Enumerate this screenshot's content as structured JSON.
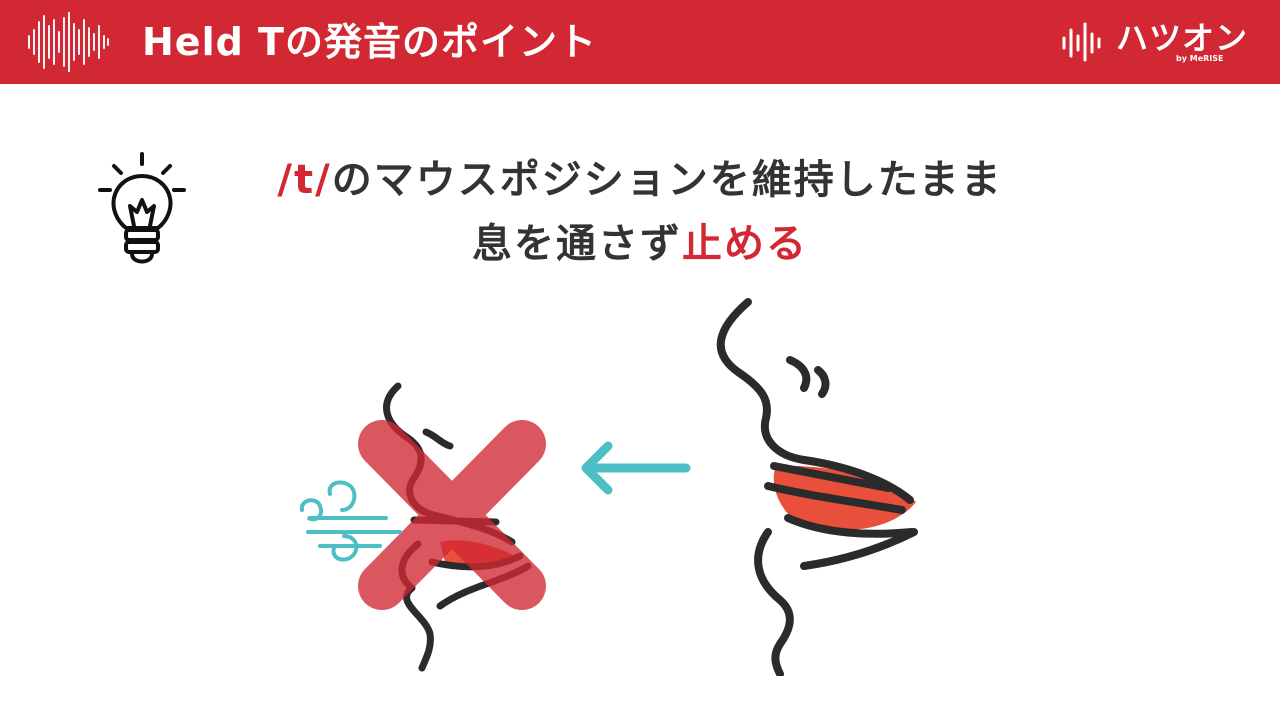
{
  "header": {
    "title": "Held Tの発音のポイント",
    "bg_color": "#d22833",
    "wave_icon": "sound-wave-icon"
  },
  "brand": {
    "name": "ハツオン",
    "byline": "by MeRISE",
    "mark_icon": "sound-wave-icon"
  },
  "message": {
    "line1_accent": "/t/",
    "line1_rest": "のマウスポジションを維持したまま",
    "line2_start": "息を通さず",
    "line2_accent": "止める",
    "accent_color": "#d22833",
    "icon": "lightbulb-icon"
  },
  "illustration": {
    "left_face": "face-profile-breath-blocked",
    "cross": "cross-mark-icon",
    "wind": "wind-icon",
    "arrow": "arrow-left-icon",
    "right_face": "face-profile-held-t",
    "arrow_color": "#4dbec4",
    "lip_color": "#e8503c"
  }
}
